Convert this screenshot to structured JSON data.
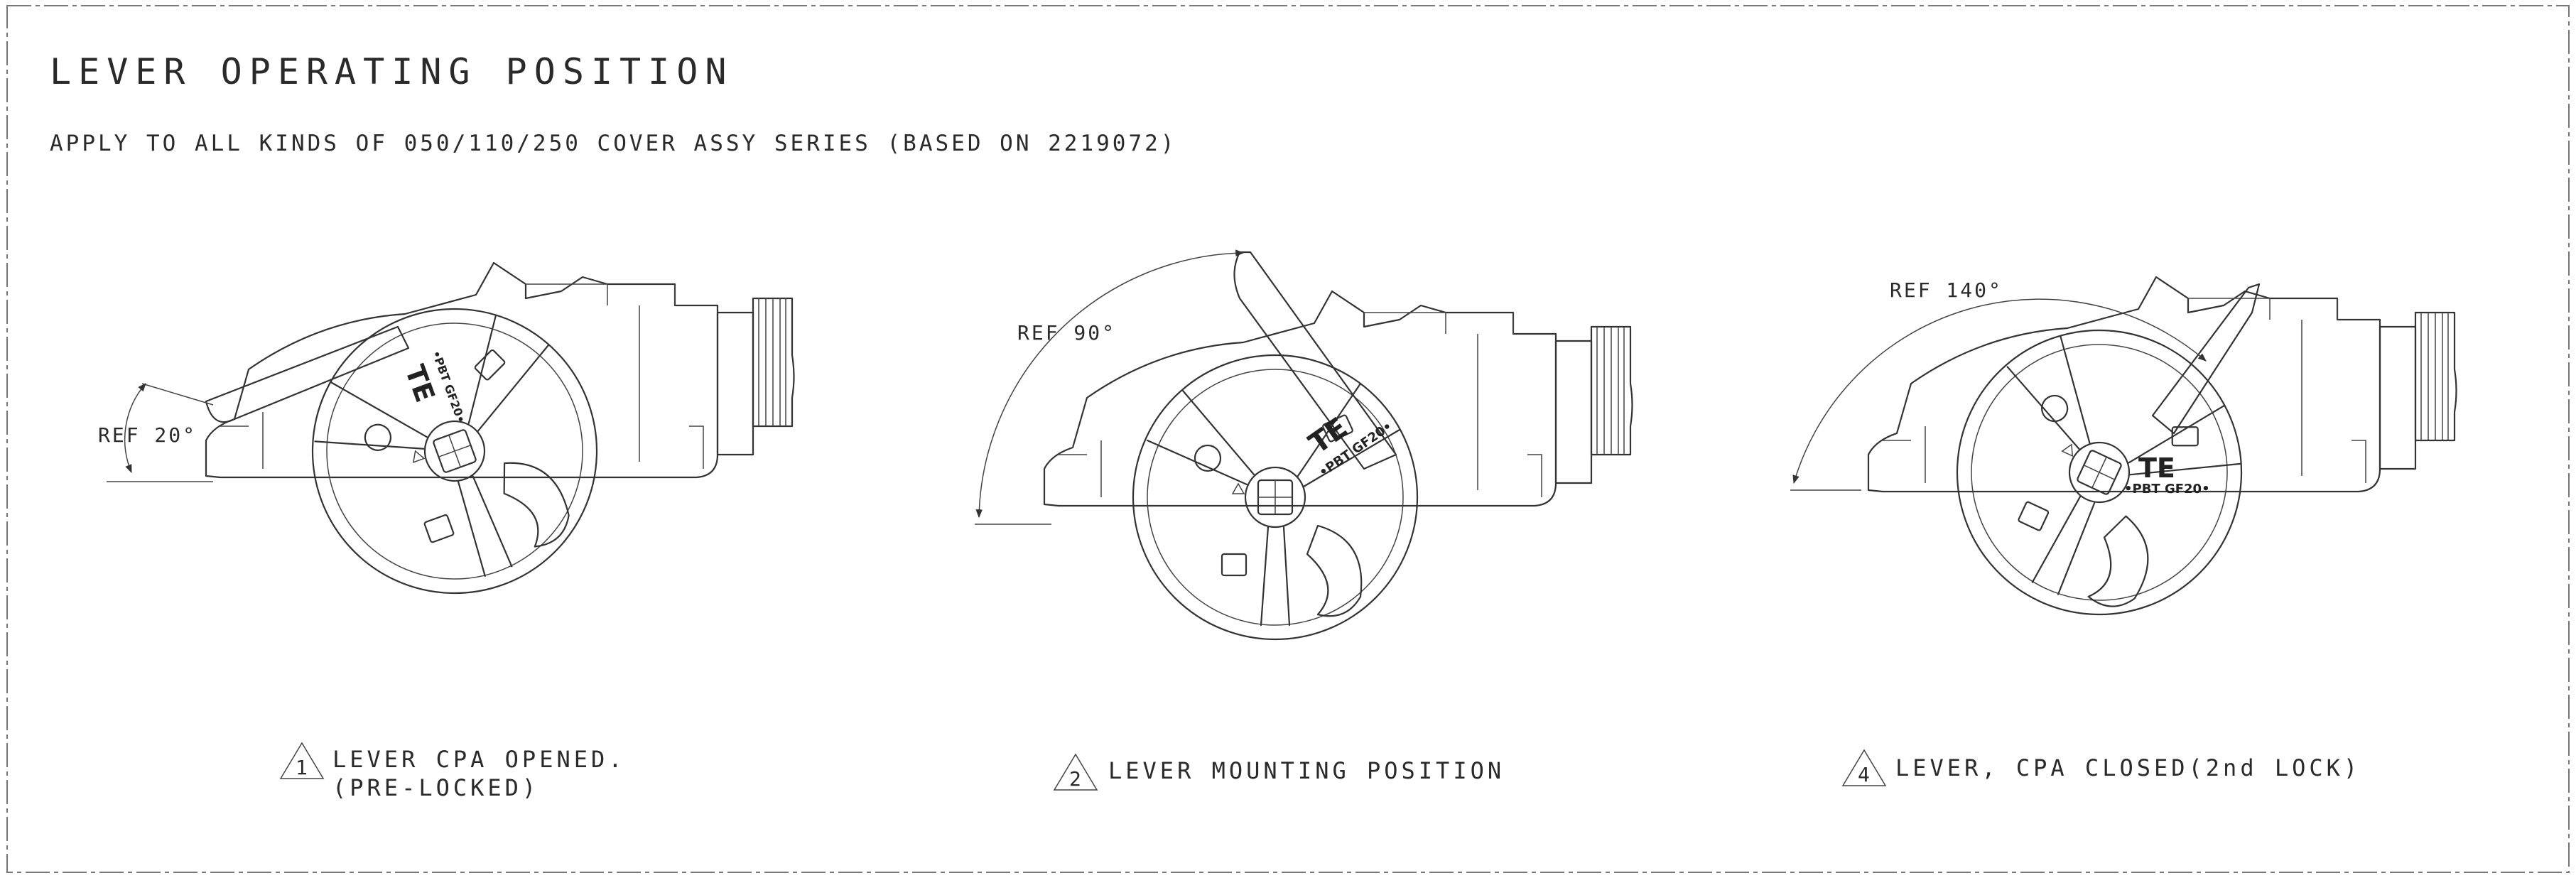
{
  "drawing": {
    "title": "LEVER OPERATING POSITION",
    "subtitle": "APPLY TO ALL KINDS OF 050/110/250 COVER ASSY SERIES (BASED ON 2219072)"
  },
  "views": [
    {
      "ref_angle": "REF 20°",
      "note_number": "1",
      "caption_line1": "LEVER CPA OPENED.",
      "caption_line2": "(PRE-LOCKED)"
    },
    {
      "ref_angle": "REF 90°",
      "note_number": "2",
      "caption_line1": "LEVER MOUNTING POSITION"
    },
    {
      "ref_angle": "REF 140°",
      "note_number": "4",
      "caption_line1": "LEVER, CPA CLOSED(2nd LOCK)"
    }
  ],
  "part_marking": {
    "logo": "TE",
    "material": "•PBT GF20•"
  }
}
